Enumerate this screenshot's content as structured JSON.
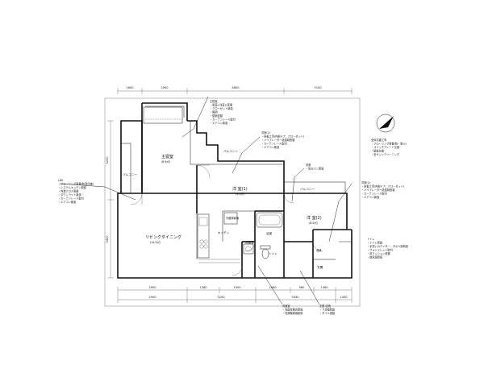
{
  "dims_top": [
    "1600",
    "2900",
    "4800",
    "3100"
  ],
  "dims_bottom_1": [
    "2900",
    "1360",
    "1500",
    "1460",
    "960",
    "1460"
  ],
  "dims_bottom_2": [
    "2900",
    "3240",
    "3430",
    "1440"
  ],
  "dims_left": [
    "3200",
    "3400"
  ],
  "rooms": {
    "master": {
      "label": "主寝室",
      "area": "(8.9㎡)"
    },
    "bedroom1": {
      "label": "洋 室(1)",
      "area": "(9.3㎡)"
    },
    "bedroom2": {
      "label": "洋 室(2)",
      "area": "(8.4㎡)"
    },
    "ldk": {
      "label": "リビングダイニング",
      "area": "(14.2㎡)"
    },
    "kitchen": {
      "label": "キッチン"
    },
    "bath": {
      "label": "浴室"
    },
    "toilet": {
      "label": "トイレ"
    },
    "washroom": {
      "label": "洗面室"
    },
    "entrance": {
      "label": "玄関"
    },
    "fridge": {
      "label": "冷蔵庫置場"
    },
    "balcony_top": {
      "label": "バルコニー"
    },
    "balcony_left": {
      "label": "バルコニー"
    },
    "balcony_right": {
      "label": "バルコニー"
    },
    "closet": {
      "label": "収納"
    }
  },
  "notes": {
    "master": [
      "主寝室",
      "・和室⇒洋室に変更",
      "・クローゼット新設",
      "・照明",
      "・壁紙張替",
      "・カーテンレール取付",
      "・エアコン新設"
    ],
    "bedroom1": [
      "洋室(1)",
      "・床板工事(内部ドア、クローゼット)",
      "・バイブレーター吸湿剤張替",
      "・カーテンレール取付",
      "・エアコン新設"
    ],
    "bedroom2": [
      "洋室(2)",
      "・床板工事(内部ドア、クローゼット)",
      "・バイブレーター吸湿剤張替",
      "・カーテンレール取付",
      "・エアコン新設"
    ],
    "ldk": [
      "LDK",
      "・フローリング張替(防音仕様)",
      "・システムキッチン新設",
      "・内装クロス張替",
      "・ダウンライト新設",
      "・カーテンレール取付",
      "・エアコン新設"
    ],
    "laundry": [
      "洗濯",
      "・防水パン新設"
    ],
    "general": [
      "全体共通工事",
      "・フローリング張替(防・耐火)",
      "・スイッチプレート交換",
      "・壁紙交換",
      "・窓サッシクリーニング"
    ],
    "toilet": [
      "トイレ",
      "・トイレ新設",
      "・手洗いカウンター、タオル掛新設",
      "・ウォシュレット取付",
      "・床クッション張替",
      "・換気扇新設"
    ],
    "washroom": [
      "洗面室",
      "・洗面化粧台新設",
      "・洗濯機置場新設"
    ],
    "entrance": [
      "玄関 収納",
      "・下足箱新設",
      "・タイル張替"
    ]
  }
}
